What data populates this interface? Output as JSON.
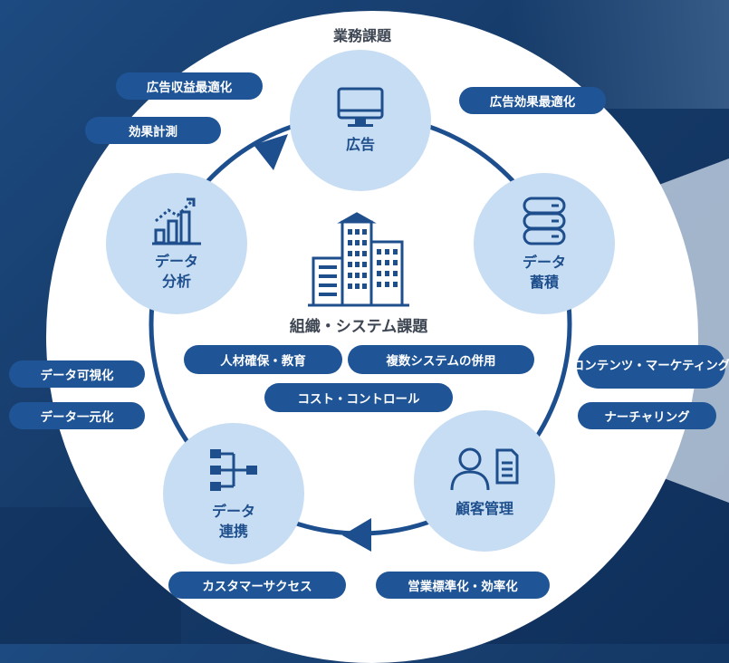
{
  "title": "業務課題",
  "center": {
    "title": "組織・システム課題",
    "tags": [
      "人材確保・教育",
      "複数システムの併用",
      "コスト・コントロール"
    ]
  },
  "nodes": {
    "ad": {
      "label": "広告",
      "icon": "monitor-icon"
    },
    "storage": {
      "label_line1": "データ",
      "label_line2": "蓄積",
      "icon": "database-icon"
    },
    "crm": {
      "label": "顧客管理",
      "icon": "customer-document-icon"
    },
    "integration": {
      "label_line1": "データ",
      "label_line2": "連携",
      "icon": "hierarchy-icon"
    },
    "analysis": {
      "label_line1": "データ",
      "label_line2": "分析",
      "icon": "bar-chart-growth-icon"
    }
  },
  "tags": {
    "ad_revenue": "広告収益最適化",
    "measurement": "効果計測",
    "ad_effect": "広告効果最適化",
    "content_line1": "コンテンツ・",
    "content_line2": "マーケティング",
    "nurturing": "ナーチャリング",
    "visualization": "データ可視化",
    "unification": "データ一元化",
    "customer_success": "カスタマーサクセス",
    "sales_efficiency": "営業標準化・効率化"
  },
  "colors": {
    "background": "#153a68",
    "node_fill": "#c7ddf3",
    "accent_blue": "#1f5596",
    "arrow": "#1d4f8f",
    "text_dark": "#3d4652"
  }
}
